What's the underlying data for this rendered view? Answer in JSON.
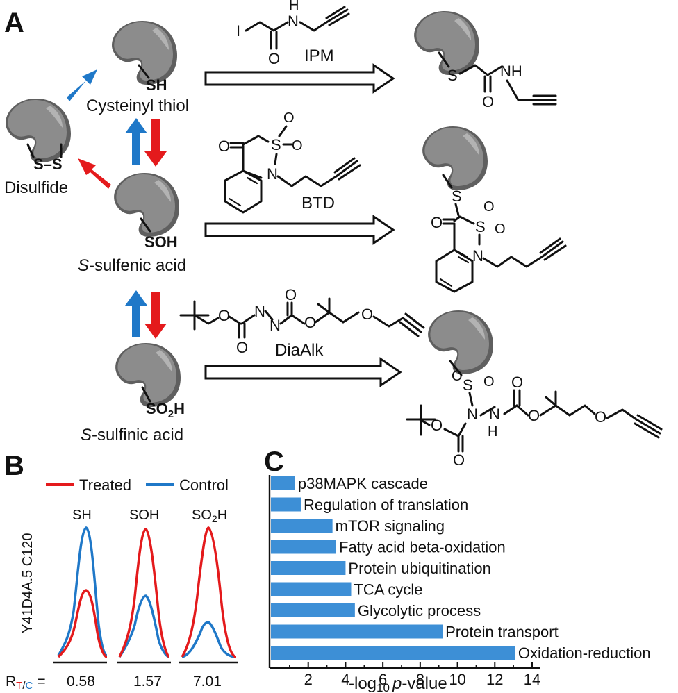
{
  "panels": {
    "a": {
      "letter": "A"
    },
    "b": {
      "letter": "B"
    },
    "c": {
      "letter": "C"
    }
  },
  "states": {
    "thiol": {
      "group": "SH",
      "name": "Cysteinyl thiol"
    },
    "disulfide": {
      "group": "S–S",
      "name": "Disulfide"
    },
    "sulfenic": {
      "group": "SOH",
      "prefix": "S",
      "suffix": "-sulfenic acid"
    },
    "sulfinic": {
      "group_main": "SO",
      "group_sub": "2",
      "group_end": "H",
      "prefix": "S",
      "suffix": "-sulfinic acid"
    }
  },
  "probes": {
    "ipm": {
      "name": "IPM"
    },
    "btd": {
      "name": "BTD"
    },
    "dialk": {
      "name": "DiaAlk"
    }
  },
  "atoms": {
    "I": "I",
    "N": "N",
    "H": "H",
    "O": "O",
    "S": "S",
    "NH": "NH"
  },
  "legend_b": {
    "treated": "Treated",
    "control": "Control"
  },
  "colors": {
    "treated": "#e41a1c",
    "control": "#1f78c8",
    "protein": "#8c8c8c",
    "bar": "#3d8fd6"
  },
  "peaks_b": {
    "ylabel": "Y41D4A.5 C120",
    "groups": [
      {
        "label": "SH",
        "ratio": "0.58"
      },
      {
        "label": "SOH",
        "ratio": "1.57"
      },
      {
        "label_main": "SO",
        "label_sub": "2",
        "label_end": "H",
        "ratio": "7.01"
      }
    ],
    "ratio_prefix_R": "R",
    "ratio_T": "T",
    "ratio_slash": "/",
    "ratio_C": "C",
    "ratio_eq": "="
  },
  "chart_data": {
    "type": "bar",
    "orientation": "horizontal",
    "categories": [
      "p38MAPK cascade",
      "Regulation of translation",
      "mTOR signaling",
      "Fatty acid beta-oxidation",
      "Protein ubiquitination",
      "TCA cycle",
      "Glycolytic process",
      "Protein transport",
      "Oxidation-reduction"
    ],
    "values": [
      1.3,
      1.6,
      3.3,
      3.5,
      4.0,
      4.3,
      4.5,
      9.2,
      13.1
    ],
    "xlim": [
      0,
      14
    ],
    "xticks": [
      2,
      4,
      6,
      8,
      10,
      12,
      14
    ],
    "xlabel_pre": "-log",
    "xlabel_sub": "10",
    "xlabel_italic": "p",
    "xlabel_post": "-value"
  }
}
